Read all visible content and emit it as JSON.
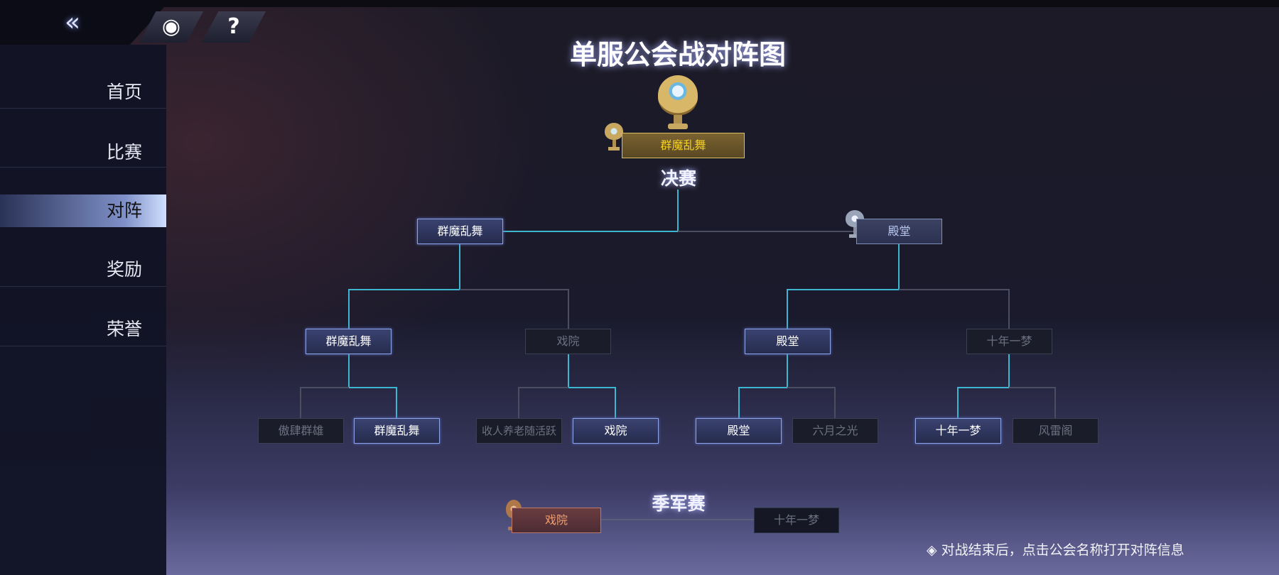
{
  "header": {
    "back_icon": "back-chevron-icon",
    "record_icon": "record-icon",
    "help_label": "?"
  },
  "sidebar": {
    "items": [
      {
        "label": "首页"
      },
      {
        "label": "比赛"
      },
      {
        "label": "对阵",
        "active": true
      },
      {
        "label": "奖励"
      },
      {
        "label": "荣誉"
      }
    ]
  },
  "title": "单服公会战对阵图",
  "final": {
    "label": "决赛",
    "champion": "群魔乱舞",
    "runner_up": "殿堂"
  },
  "semifinal": [
    "群魔乱舞",
    "殿堂"
  ],
  "quarterfinal": [
    {
      "name": "群魔乱舞",
      "win": true
    },
    {
      "name": "戏院",
      "win": false
    },
    {
      "name": "殿堂",
      "win": true
    },
    {
      "name": "十年一梦",
      "win": false
    }
  ],
  "round16": [
    {
      "name": "傲肆群雄",
      "win": false
    },
    {
      "name": "群魔乱舞",
      "win": true
    },
    {
      "name": "收人养老随活跃",
      "win": false
    },
    {
      "name": "戏院",
      "win": true
    },
    {
      "name": "殿堂",
      "win": true
    },
    {
      "name": "六月之光",
      "win": false
    },
    {
      "name": "十年一梦",
      "win": true
    },
    {
      "name": "风雷阁",
      "win": false
    }
  ],
  "third_place": {
    "label": "季军赛",
    "winner": "戏院",
    "loser": "十年一梦"
  },
  "note": {
    "icon": "diamond-icon",
    "text": "◈ 对战结束后，点击公会名称打开对阵信息"
  },
  "colors": {
    "win_line": "#3fb6d0",
    "lose_line": "#4a4e60",
    "gold": "#f5d020"
  }
}
